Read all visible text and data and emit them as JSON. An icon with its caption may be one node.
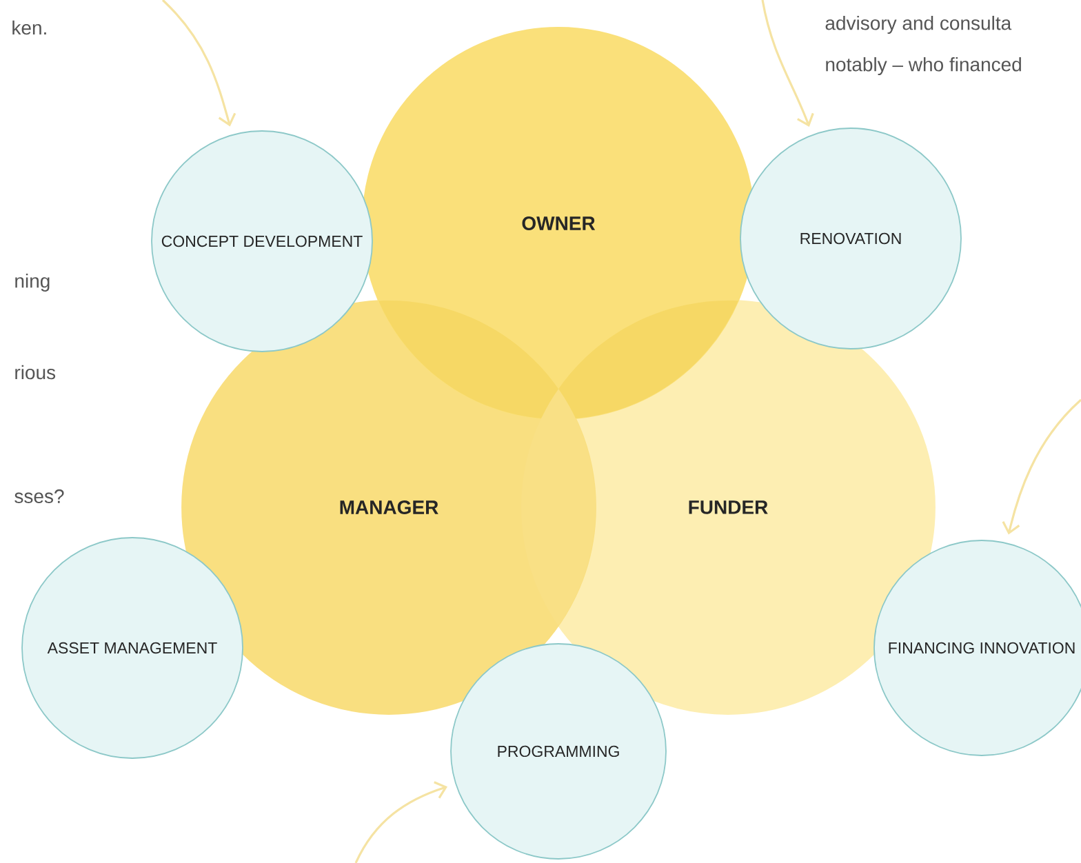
{
  "diagram": {
    "nodes": [
      {
        "text": [
          "CONCEPT DEVELOPMENT"
        ]
      },
      {
        "text": [
          "OWNER"
        ]
      },
      {
        "text": [
          "RENOVATION"
        ]
      },
      {
        "text": [
          "MANAGER"
        ]
      },
      {
        "text": [
          "FUNDER"
        ]
      },
      {
        "text": [
          "ASSET MANAGEMENT"
        ]
      },
      {
        "text": [
          "FINANCING INNOVATION"
        ]
      },
      {
        "text": [
          "PROGRAMMING"
        ]
      }
    ],
    "edges": [
      {
        "from": null,
        "to": 0,
        "arrow": "to"
      },
      {
        "from": null,
        "to": 2,
        "arrow": "to"
      },
      {
        "from": null,
        "to": 6,
        "arrow": "to"
      },
      {
        "from": null,
        "to": 7,
        "arrow": "to"
      }
    ],
    "labels": [
      "ken.",
      "advisory and consulta",
      "notably – who financed",
      "ning",
      "rious",
      "sses?"
    ]
  }
}
